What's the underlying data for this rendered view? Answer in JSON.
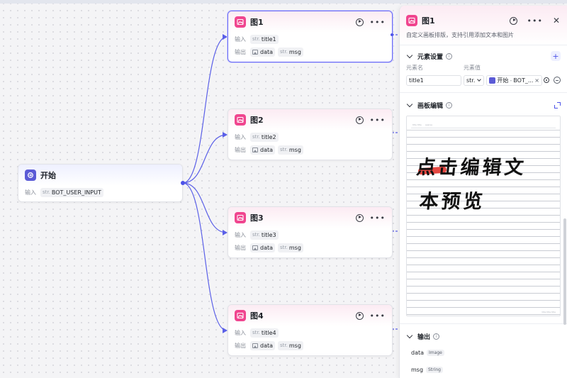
{
  "start_node": {
    "title": "开始",
    "input_label": "输入",
    "input_type": "str.",
    "input_value": "BOT_USER_INPUT"
  },
  "image_nodes": [
    {
      "title": "图1",
      "input_label": "输入",
      "output_label": "输出",
      "input_type": "str.",
      "input_value": "title1",
      "out_data": "data",
      "out_msg_type": "str.",
      "out_msg": "msg"
    },
    {
      "title": "图2",
      "input_label": "输入",
      "output_label": "输出",
      "input_type": "str.",
      "input_value": "title2",
      "out_data": "data",
      "out_msg_type": "str.",
      "out_msg": "msg"
    },
    {
      "title": "图3",
      "input_label": "输入",
      "output_label": "输出",
      "input_type": "str.",
      "input_value": "title3",
      "out_data": "data",
      "out_msg_type": "str.",
      "out_msg": "msg"
    },
    {
      "title": "图4",
      "input_label": "输入",
      "output_label": "输出",
      "input_type": "str.",
      "input_value": "title4",
      "out_data": "data",
      "out_msg_type": "str.",
      "out_msg": "msg"
    }
  ],
  "panel": {
    "title": "图1",
    "description": "自定义画板排版，支持引用添加文本和图片",
    "element_settings": {
      "title": "元素设置",
      "col_name": "元素名",
      "col_value": "元素值",
      "name_value": "title1",
      "type_value": "str.",
      "ref_node": "开始",
      "ref_var": "BOT_...",
      "ref_sep": "-",
      "clear": "×"
    },
    "canvas_editor": {
      "title": "画板编辑",
      "line1": "点击编辑文",
      "line2": "本预览",
      "mini_left": "title title",
      "mini_right": "sparse",
      "mini_foot": "title title title"
    },
    "output": {
      "title": "输出",
      "fields": [
        {
          "name": "data",
          "type": "Image"
        },
        {
          "name": "msg",
          "type": "String"
        }
      ]
    }
  },
  "icons": {
    "run": "play-circle-icon",
    "more": "more-horizontal-icon",
    "close": "close-icon",
    "info": "info-icon",
    "add": "plus-icon",
    "expand": "expand-icon"
  },
  "colors": {
    "accent": "#4d53e8",
    "image_node": "#f0458f",
    "start_node": "#5b5bd6"
  }
}
